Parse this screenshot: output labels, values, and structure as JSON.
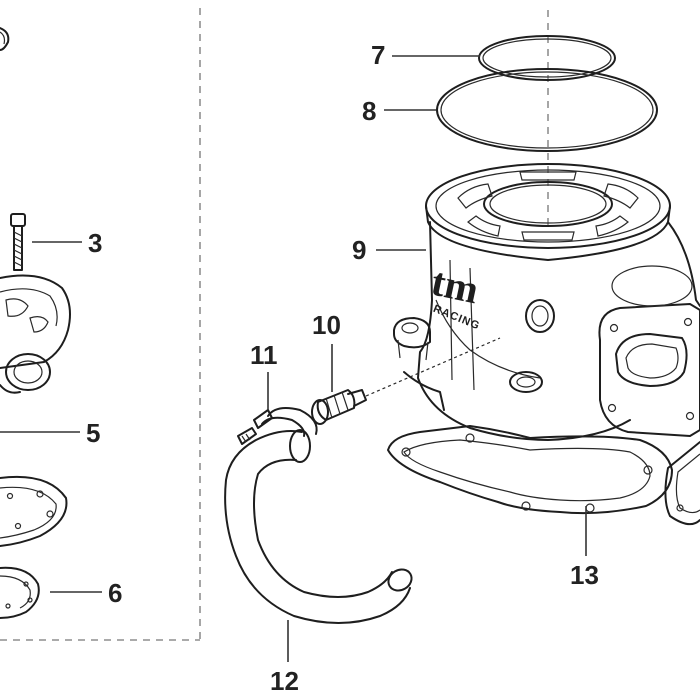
{
  "labels": [
    "7",
    "8",
    "9",
    "10",
    "11",
    "12",
    "13",
    "3",
    "5",
    "6"
  ],
  "logo": {
    "brand": "tm",
    "sub": "RACING"
  }
}
